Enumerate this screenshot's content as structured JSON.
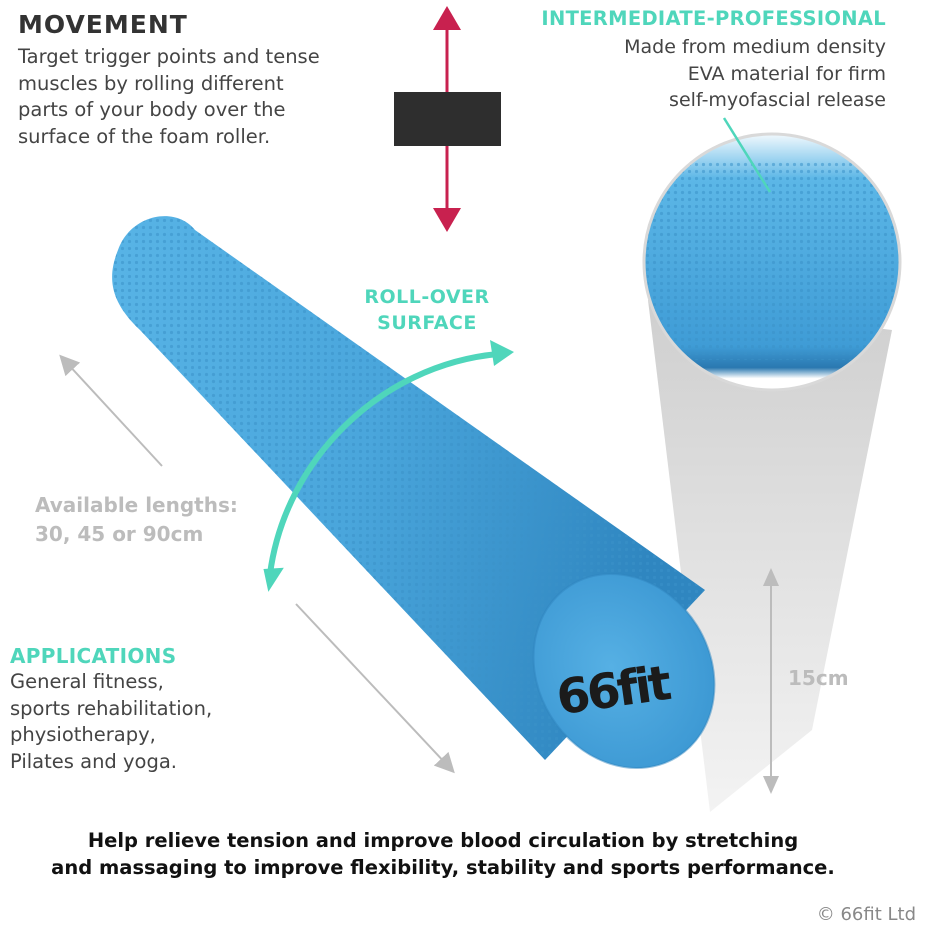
{
  "movement": {
    "title": "MOVEMENT",
    "body": "Target trigger points and tense\nmuscles by rolling different\nparts of your body over the\nsurface of the foam roller."
  },
  "intermediate": {
    "title": "INTERMEDIATE-PROFESSIONAL",
    "body": "Made from medium density\nEVA material for firm\nself-myofascial release"
  },
  "rollover": {
    "label": "ROLL-OVER\nSURFACE"
  },
  "lengths": {
    "label": "Available lengths:\n30, 45 or 90cm"
  },
  "applications": {
    "title": "APPLICATIONS",
    "body": "General fitness,\nsports rehabilitation,\nphysiotherapy,\nPilates and yoga."
  },
  "diameter": {
    "label": "15cm"
  },
  "logo": {
    "text": "66fit"
  },
  "footer": {
    "tagline": "Help relieve tension and improve blood circulation by stretching\nand massaging to improve flexibility, stability and sports performance.",
    "copyright": "© 66fit Ltd"
  },
  "colors": {
    "accent": "#4fd6bb",
    "roller_blue": "#4aa6dc",
    "movement_arrow": "#c8214f",
    "dimension_grey": "#bcbcbc",
    "dark_block": "#2e2e2e"
  }
}
